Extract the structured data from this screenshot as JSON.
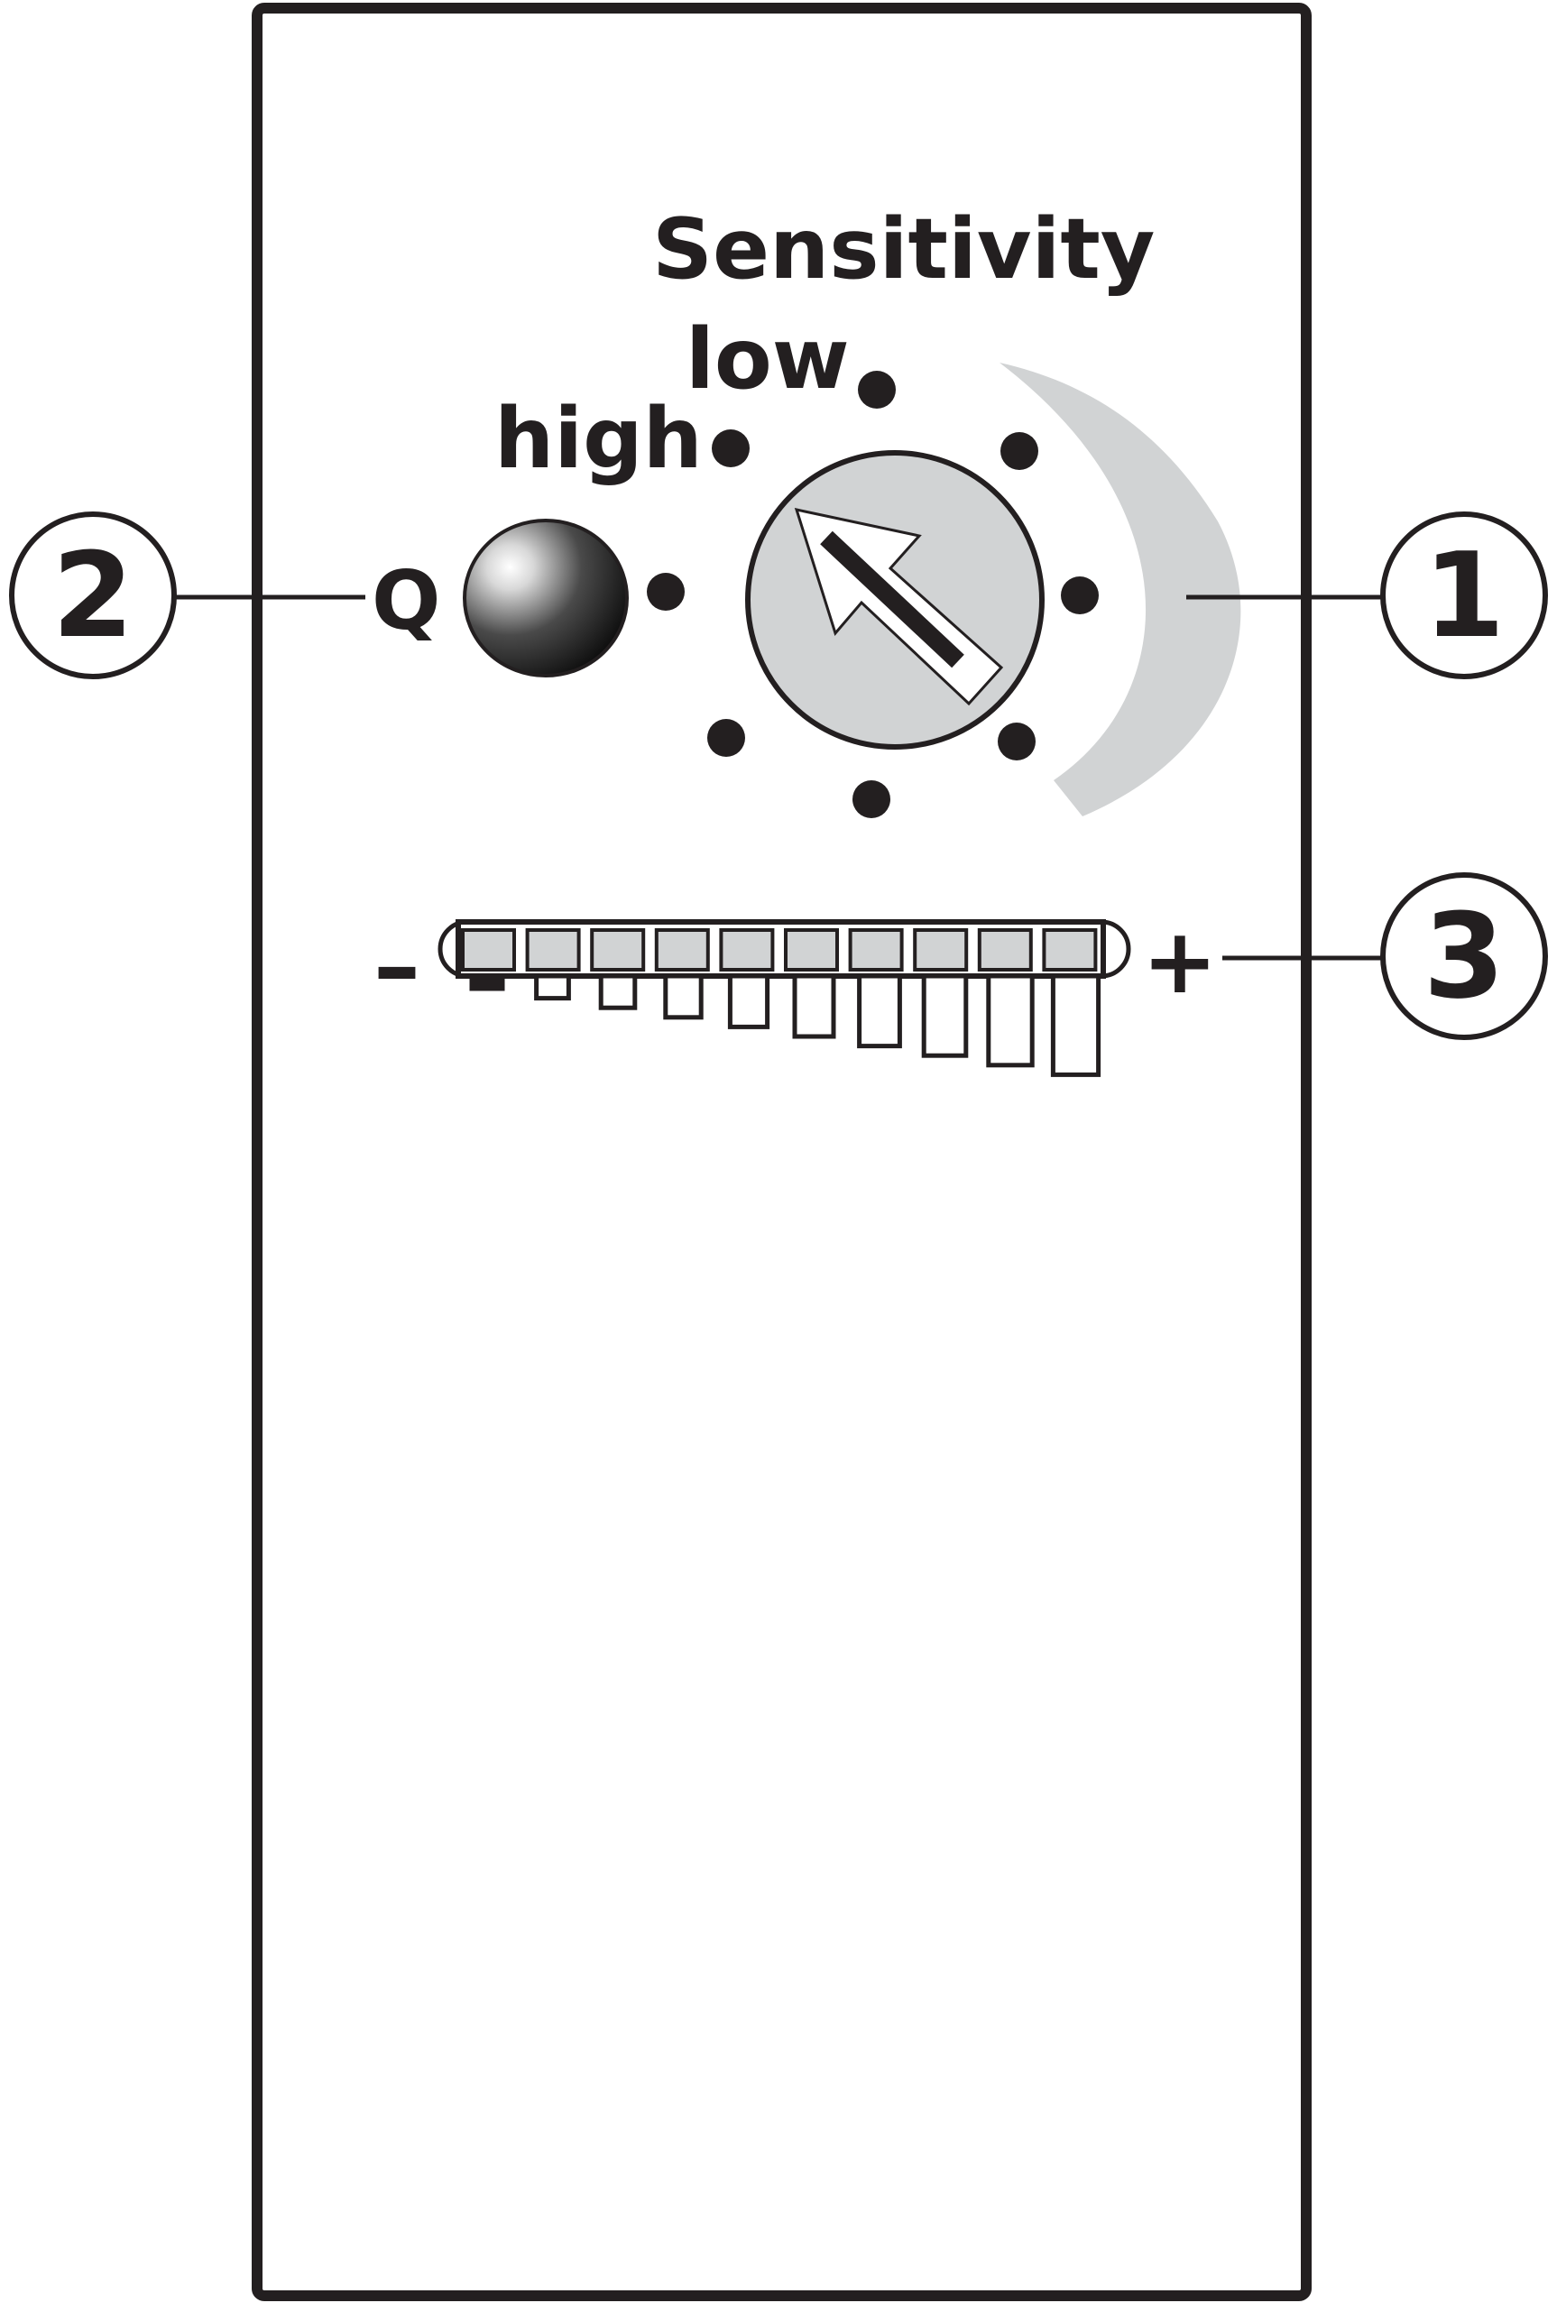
{
  "labels": {
    "sensitivity": "Sensitivity",
    "low": "low",
    "high": "high",
    "q": "Q",
    "minus": "–",
    "plus": "+"
  },
  "callouts": [
    {
      "number": "1",
      "target": "sensitivity-dial"
    },
    {
      "number": "2",
      "target": "q-indicator-led"
    },
    {
      "number": "3",
      "target": "signal-bar-graph"
    }
  ],
  "dial": {
    "detent_dots": 8
  },
  "bar_graph": {
    "segments": 10
  },
  "colors": {
    "ink": "#231f20",
    "dial_fill": "#d1d3d4",
    "arc_shade": "#d1d3d4",
    "background": "#ffffff"
  }
}
